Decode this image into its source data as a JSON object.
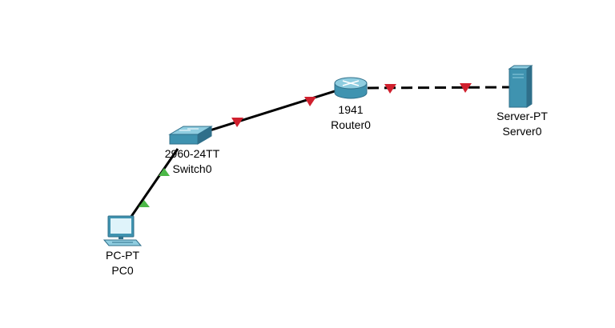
{
  "colors": {
    "background": "#ffffff",
    "link": "#000000",
    "status_down": "#d0202e",
    "status_up": "#4cb848",
    "device_blue": "#3f93b0",
    "device_dark": "#2f6f8a"
  },
  "devices": {
    "pc": {
      "model": "PC-PT",
      "name": "PC0",
      "icon": "pc-icon"
    },
    "switch": {
      "model": "2960-24TT",
      "name": "Switch0",
      "icon": "switch-icon"
    },
    "router": {
      "model": "1941",
      "name": "Router0",
      "icon": "router-icon"
    },
    "server": {
      "model": "Server-PT",
      "name": "Server0",
      "icon": "server-icon"
    }
  },
  "links": [
    {
      "from": "pc",
      "to": "switch",
      "cable": "copper-straight",
      "status": [
        "up",
        "up"
      ]
    },
    {
      "from": "switch",
      "to": "router",
      "cable": "copper-straight",
      "status": [
        "down",
        "down"
      ]
    },
    {
      "from": "router",
      "to": "server",
      "cable": "copper-cross",
      "status": [
        "down",
        "down"
      ]
    }
  ]
}
